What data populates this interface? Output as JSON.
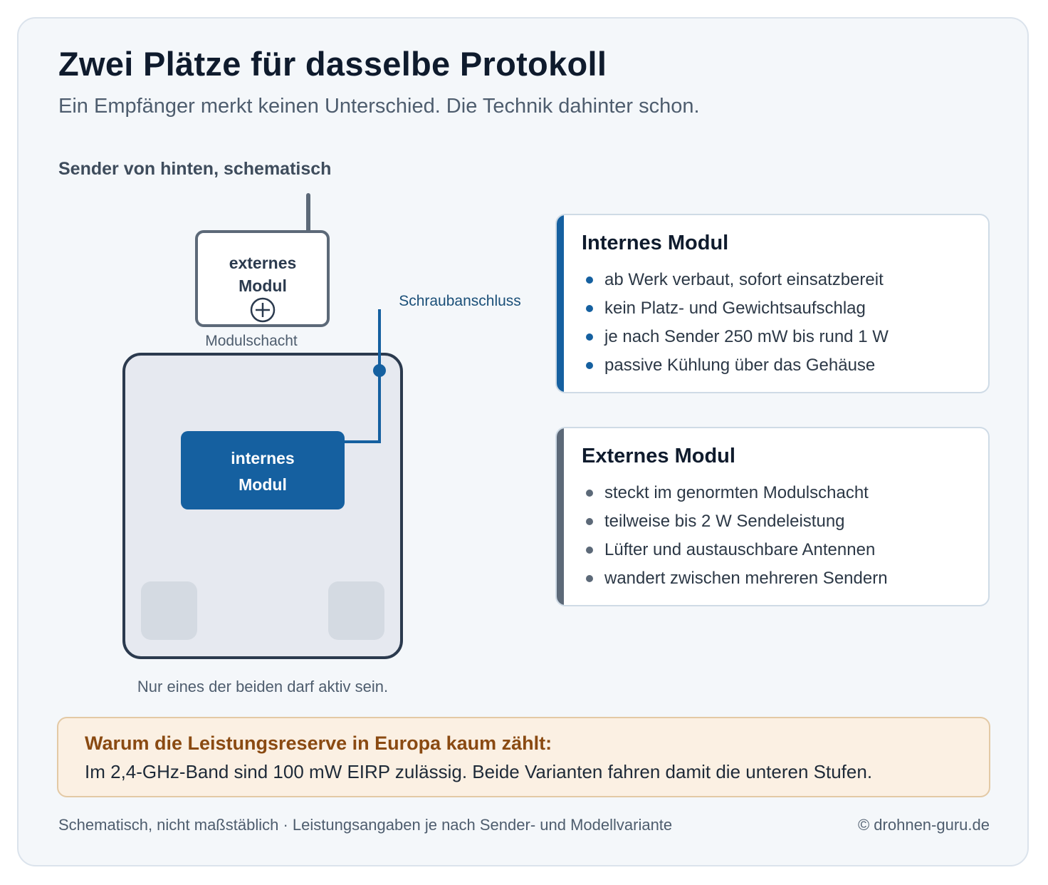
{
  "header": {
    "title": "Zwei Plätze für dasselbe Protokoll",
    "subtitle": "Ein Empfänger merkt keinen Unterschied. Die Technik dahinter schon."
  },
  "diagram": {
    "section_label": "Sender von hinten, schematisch",
    "external_module_line1": "externes",
    "external_module_line2": "Modul",
    "module_bay_label": "Modulschacht",
    "screw_connector_label": "Schraubanschluss",
    "internal_module_line1": "internes",
    "internal_module_line2": "Modul",
    "caption": "Nur eines der beiden darf aktiv sein."
  },
  "cards": {
    "internal": {
      "title": "Internes Modul",
      "accent_color": "#1560a0",
      "items": [
        "ab Werk verbaut, sofort einsatzbereit",
        "kein Platz- und Gewichtsaufschlag",
        "je nach Sender 250 mW bis rund 1 W",
        "passive Kühlung über das Gehäuse"
      ]
    },
    "external": {
      "title": "Externes Modul",
      "accent_color": "#5c6978",
      "items": [
        "steckt im genormten Modulschacht",
        "teilweise bis 2 W Sendeleistung",
        "Lüfter und austauschbare Antennen",
        "wandert zwischen mehreren Sendern"
      ]
    }
  },
  "note": {
    "title": "Warum die Leistungsreserve in Europa kaum zählt:",
    "text": "Im 2,4-GHz-Band sind 100 mW EIRP zulässig. Beide Varianten fahren damit die unteren Stufen."
  },
  "footer": {
    "left": "Schematisch, nicht maßstäblich · Leistungsangaben je nach Sender- und Modellvariante",
    "right": "© drohnen-guru.de"
  },
  "colors": {
    "background": "#f4f7fa",
    "primary_blue": "#1560a0",
    "dark_outline": "#2b3a4e",
    "gray_outline": "#5c6978",
    "note_background": "#fbf0e3",
    "note_title": "#8a4a12"
  }
}
